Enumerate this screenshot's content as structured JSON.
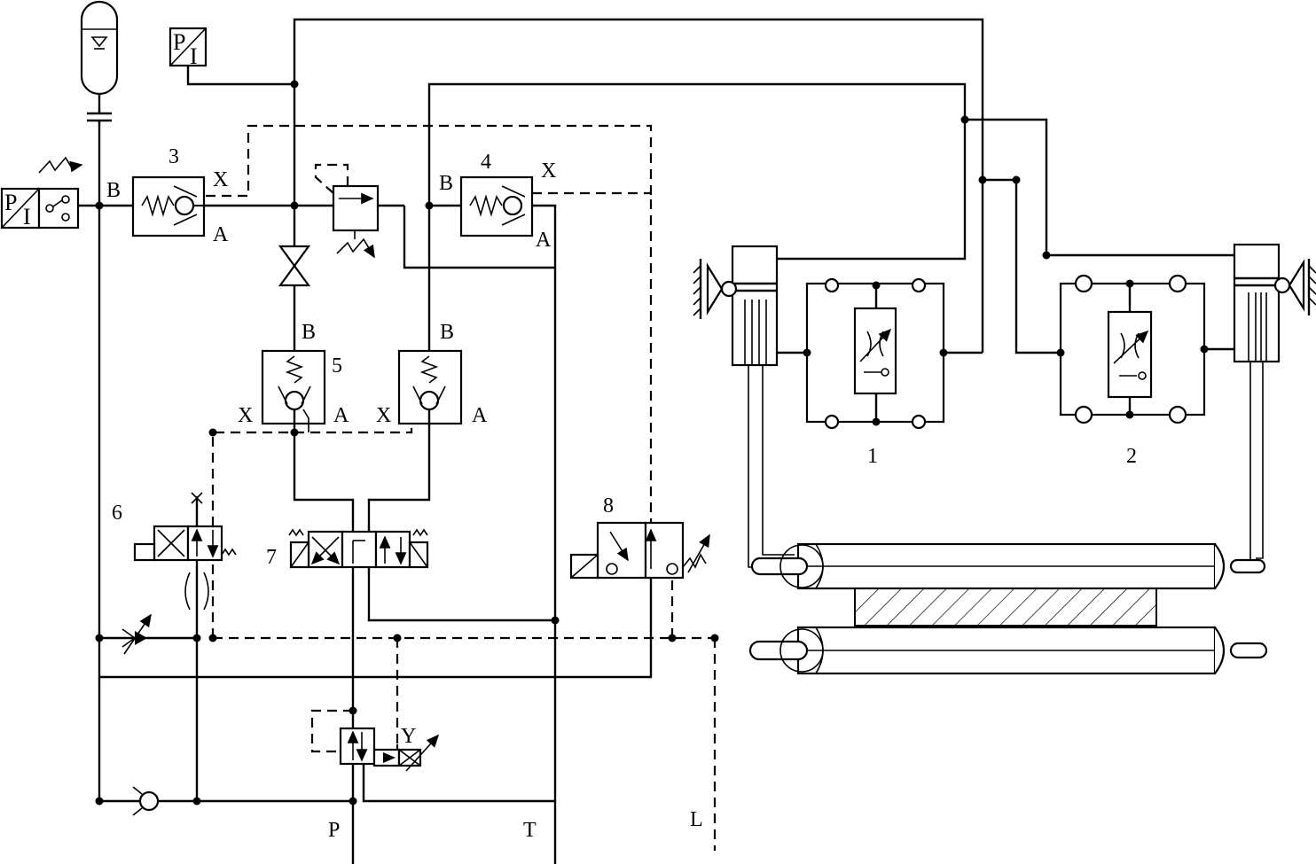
{
  "components": {
    "throttle_1": "1",
    "throttle_2": "2",
    "check_valve_3": "3",
    "check_valve_4": "4",
    "check_valve_5": "5",
    "solenoid_valve_6": "6",
    "directional_valve_7": "7",
    "valve_8": "8"
  },
  "ports": {
    "v3_B": "B",
    "v3_A": "A",
    "v3_X": "X",
    "v4_B": "B",
    "v4_A": "A",
    "v4_X": "X",
    "v5l_B": "B",
    "v5l_X": "X",
    "v5l_A": "A",
    "v5r_B": "B",
    "v5r_X": "X",
    "v5r_A": "A",
    "relief_Y": "Y"
  },
  "lines": {
    "pressure": "P",
    "tank": "T",
    "leakage": "L"
  },
  "pressure_switches": {
    "top": {
      "p": "P",
      "i": "I"
    },
    "left": {
      "p": "P",
      "i": "I"
    }
  },
  "colors": {
    "line": "#000000",
    "background": "#ffffff"
  }
}
